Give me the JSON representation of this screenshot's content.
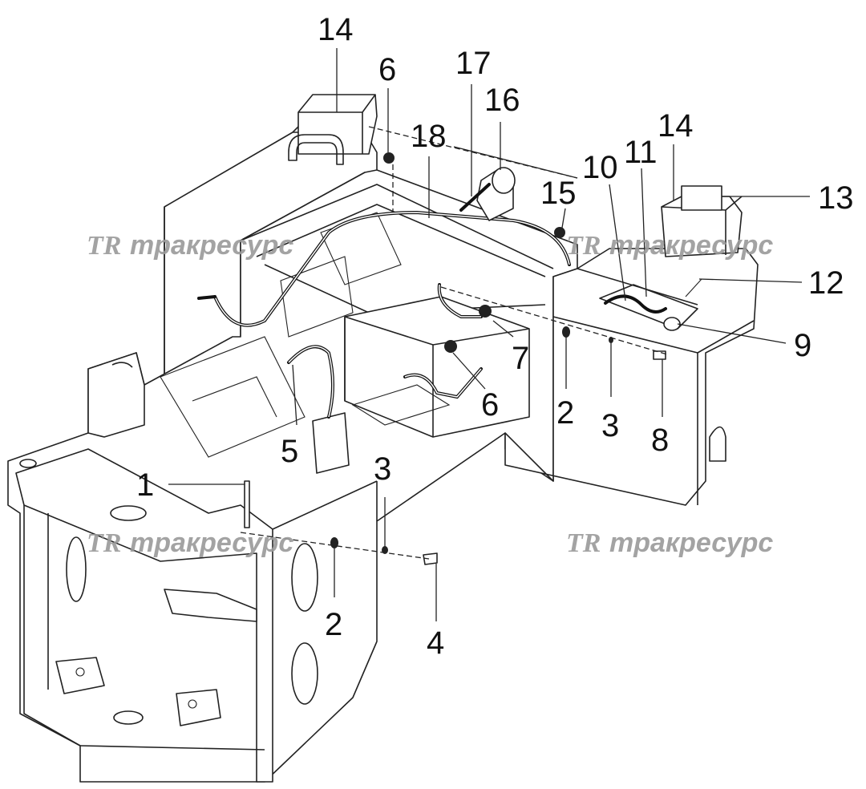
{
  "diagram": {
    "callouts": [
      {
        "id": "c14a",
        "label": "14"
      },
      {
        "id": "c6a",
        "label": "6"
      },
      {
        "id": "c17",
        "label": "17"
      },
      {
        "id": "c16",
        "label": "16"
      },
      {
        "id": "c18",
        "label": "18"
      },
      {
        "id": "c14b",
        "label": "14"
      },
      {
        "id": "c10",
        "label": "10"
      },
      {
        "id": "c11",
        "label": "11"
      },
      {
        "id": "c15",
        "label": "15"
      },
      {
        "id": "c13",
        "label": "13"
      },
      {
        "id": "c12",
        "label": "12"
      },
      {
        "id": "c9",
        "label": "9"
      },
      {
        "id": "c7",
        "label": "7"
      },
      {
        "id": "c6b",
        "label": "6"
      },
      {
        "id": "c2a",
        "label": "2"
      },
      {
        "id": "c3a",
        "label": "3"
      },
      {
        "id": "c8",
        "label": "8"
      },
      {
        "id": "c5",
        "label": "5"
      },
      {
        "id": "c3b",
        "label": "3"
      },
      {
        "id": "c1",
        "label": "1"
      },
      {
        "id": "c2b",
        "label": "2"
      },
      {
        "id": "c4",
        "label": "4"
      }
    ],
    "watermark": {
      "logo": "ТR",
      "text": "тракресурс"
    }
  }
}
